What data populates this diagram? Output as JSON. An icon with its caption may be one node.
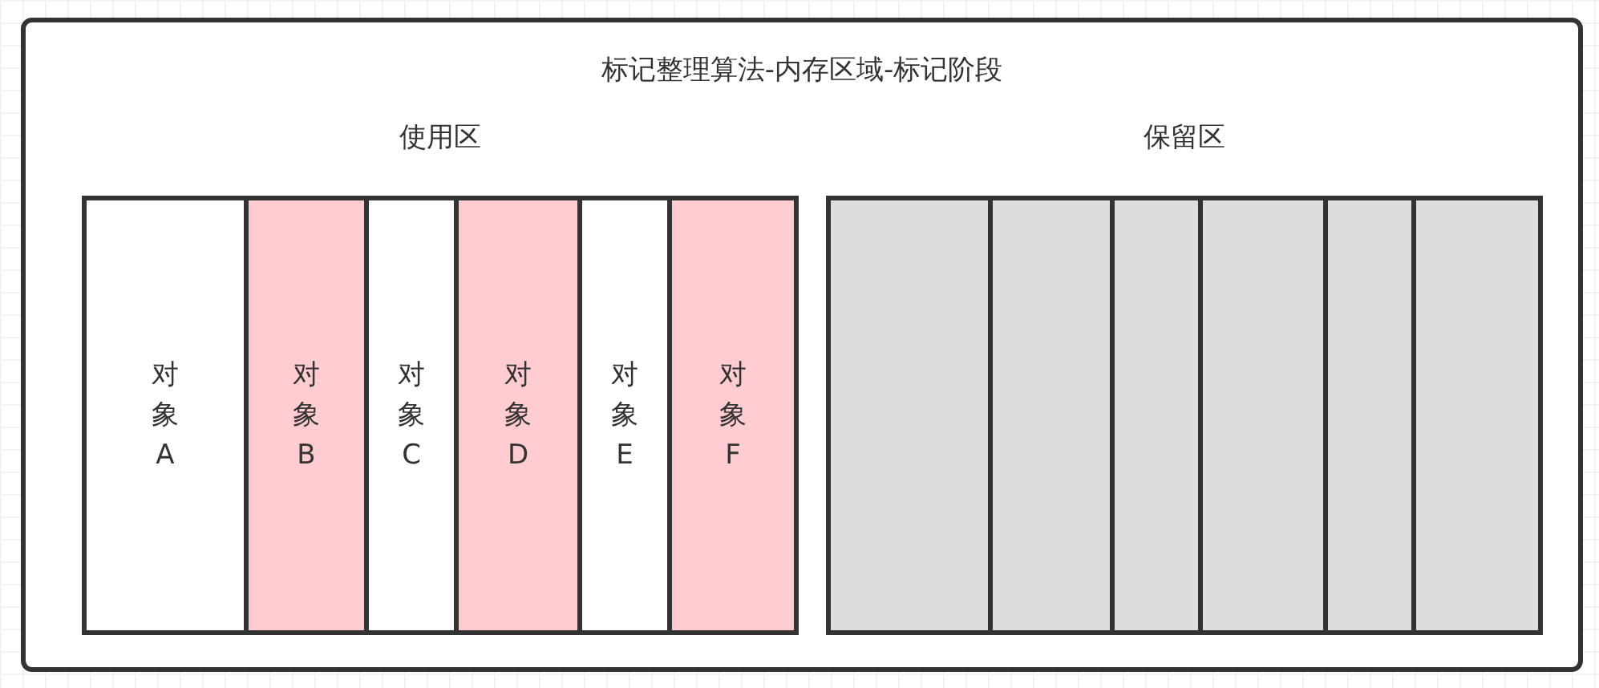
{
  "diagram": {
    "title": "标记整理算法-内存区域-标记阶段",
    "nodes": [
      {
        "text": [],
        "shape": "box"
      },
      {
        "text": [
          "使用区"
        ],
        "in": 0
      },
      {
        "text": [
          "对象A"
        ],
        "in": 1
      },
      {
        "text": [
          "对象B"
        ],
        "in": 1
      },
      {
        "text": [
          "对象C"
        ],
        "in": 1
      },
      {
        "text": [
          "对象D"
        ],
        "in": 1
      },
      {
        "text": [
          "对象E"
        ],
        "in": 1
      },
      {
        "text": [
          "对象F"
        ],
        "in": 1
      },
      {
        "text": [
          "保留区"
        ],
        "in": 0
      },
      {
        "text": [],
        "shape": "box",
        "in": 8
      },
      {
        "text": [],
        "shape": "box",
        "in": 8
      },
      {
        "text": [],
        "shape": "box",
        "in": 8
      },
      {
        "text": [],
        "shape": "box",
        "in": 8
      },
      {
        "text": [],
        "shape": "box",
        "in": 8
      },
      {
        "text": [],
        "shape": "box",
        "in": 8
      }
    ]
  }
}
